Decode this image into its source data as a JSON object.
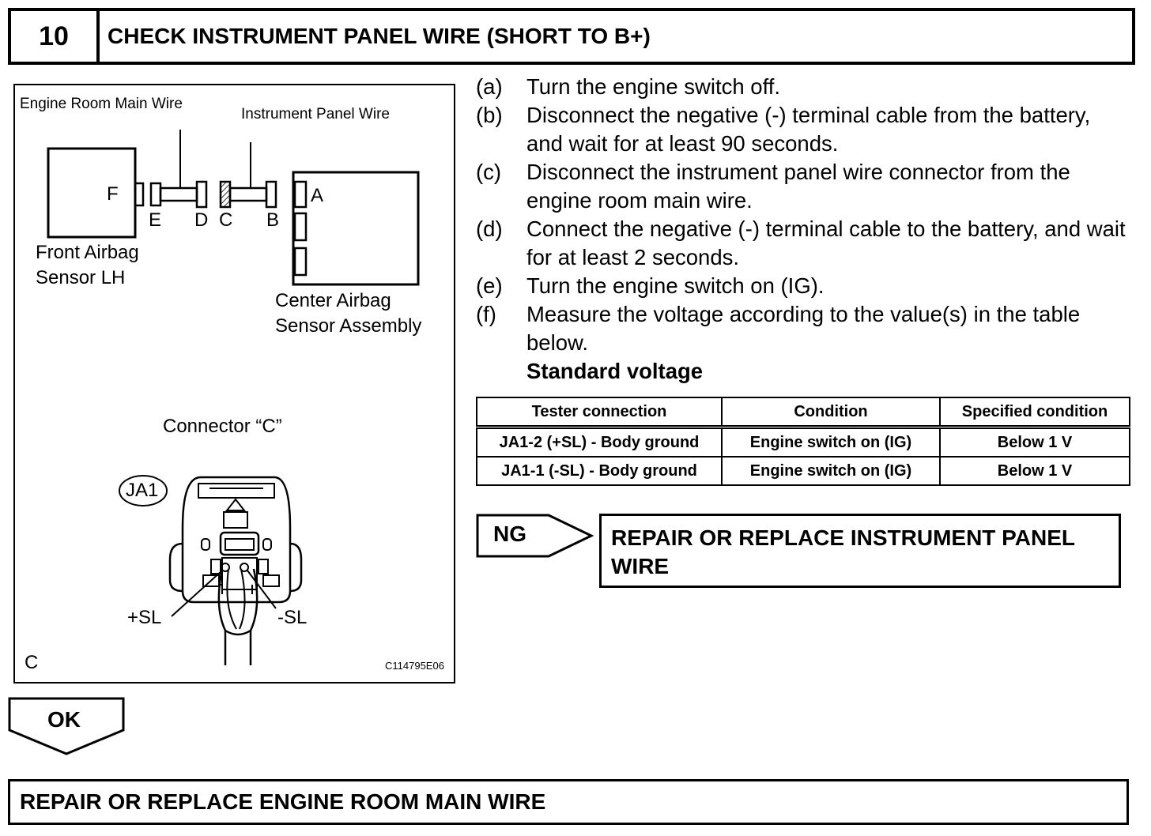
{
  "header": {
    "step_number": "10",
    "title": "CHECK INSTRUMENT PANEL WIRE (SHORT TO B+)"
  },
  "figure": {
    "engine_room_main_wire": "Engine Room Main Wire",
    "instrument_panel_wire": "Instrument Panel Wire",
    "label_f": "F",
    "label_e": "E",
    "label_d": "D",
    "label_c": "C",
    "label_b": "B",
    "label_a": "A",
    "front_sensor_line1": "Front Airbag",
    "front_sensor_line2": "Sensor LH",
    "center_sensor_line1": "Center Airbag",
    "center_sensor_line2": "Sensor Assembly",
    "connector_title": "Connector “C”",
    "connector_id": "JA1",
    "pin_plus": "+SL",
    "pin_minus": "-SL",
    "corner_letter": "C",
    "figure_code": "C114795E06"
  },
  "steps": [
    {
      "label": "(a)",
      "text": "Turn the engine switch off."
    },
    {
      "label": "(b)",
      "text": "Disconnect the negative (-) terminal cable from the battery, and wait for at least 90 seconds."
    },
    {
      "label": "(c)",
      "text": "Disconnect the instrument panel wire connector from the engine room main wire."
    },
    {
      "label": "(d)",
      "text": "Connect the negative (-) terminal cable to the battery, and wait for at least 2 seconds."
    },
    {
      "label": "(e)",
      "text": "Turn the engine switch on (IG)."
    },
    {
      "label": "(f)",
      "text": "Measure the voltage according to the value(s) in the table below."
    }
  ],
  "standard_voltage": "Standard voltage",
  "table": {
    "headers": [
      "Tester connection",
      "Condition",
      "Specified condition"
    ],
    "rows": [
      [
        "JA1-2 (+SL) - Body ground",
        "Engine switch on (IG)",
        "Below 1 V"
      ],
      [
        "JA1-1 (-SL) - Body ground",
        "Engine switch on (IG)",
        "Below 1 V"
      ]
    ]
  },
  "ng": {
    "label": "NG",
    "action": "REPAIR OR REPLACE INSTRUMENT PANEL WIRE"
  },
  "ok": {
    "label": "OK"
  },
  "final_action": "REPAIR OR REPLACE ENGINE ROOM MAIN WIRE"
}
